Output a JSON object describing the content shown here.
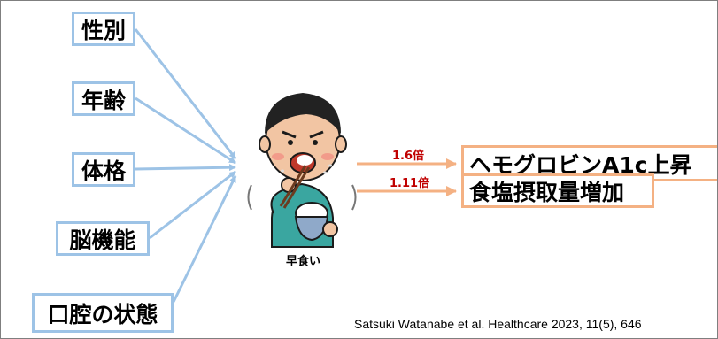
{
  "factors": [
    {
      "label": "性別"
    },
    {
      "label": "年齢"
    },
    {
      "label": "体格"
    },
    {
      "label": "脳機能"
    },
    {
      "label": "口腔の状態"
    }
  ],
  "center": {
    "label": "早食い",
    "icon": "fast-eating-boy-illustration"
  },
  "outcomes": [
    {
      "label": "ヘモグロビンA1c上昇",
      "ratio": "1.6倍"
    },
    {
      "label": "食塩摂取量増加",
      "ratio": "1.11倍"
    }
  ],
  "citation": "Satsuki Watanabe et al. Healthcare 2023, 11(5), 646",
  "colors": {
    "factor_border": "#9dc3e6",
    "outcome_border": "#f4b183",
    "ratio_text": "#c00000"
  }
}
